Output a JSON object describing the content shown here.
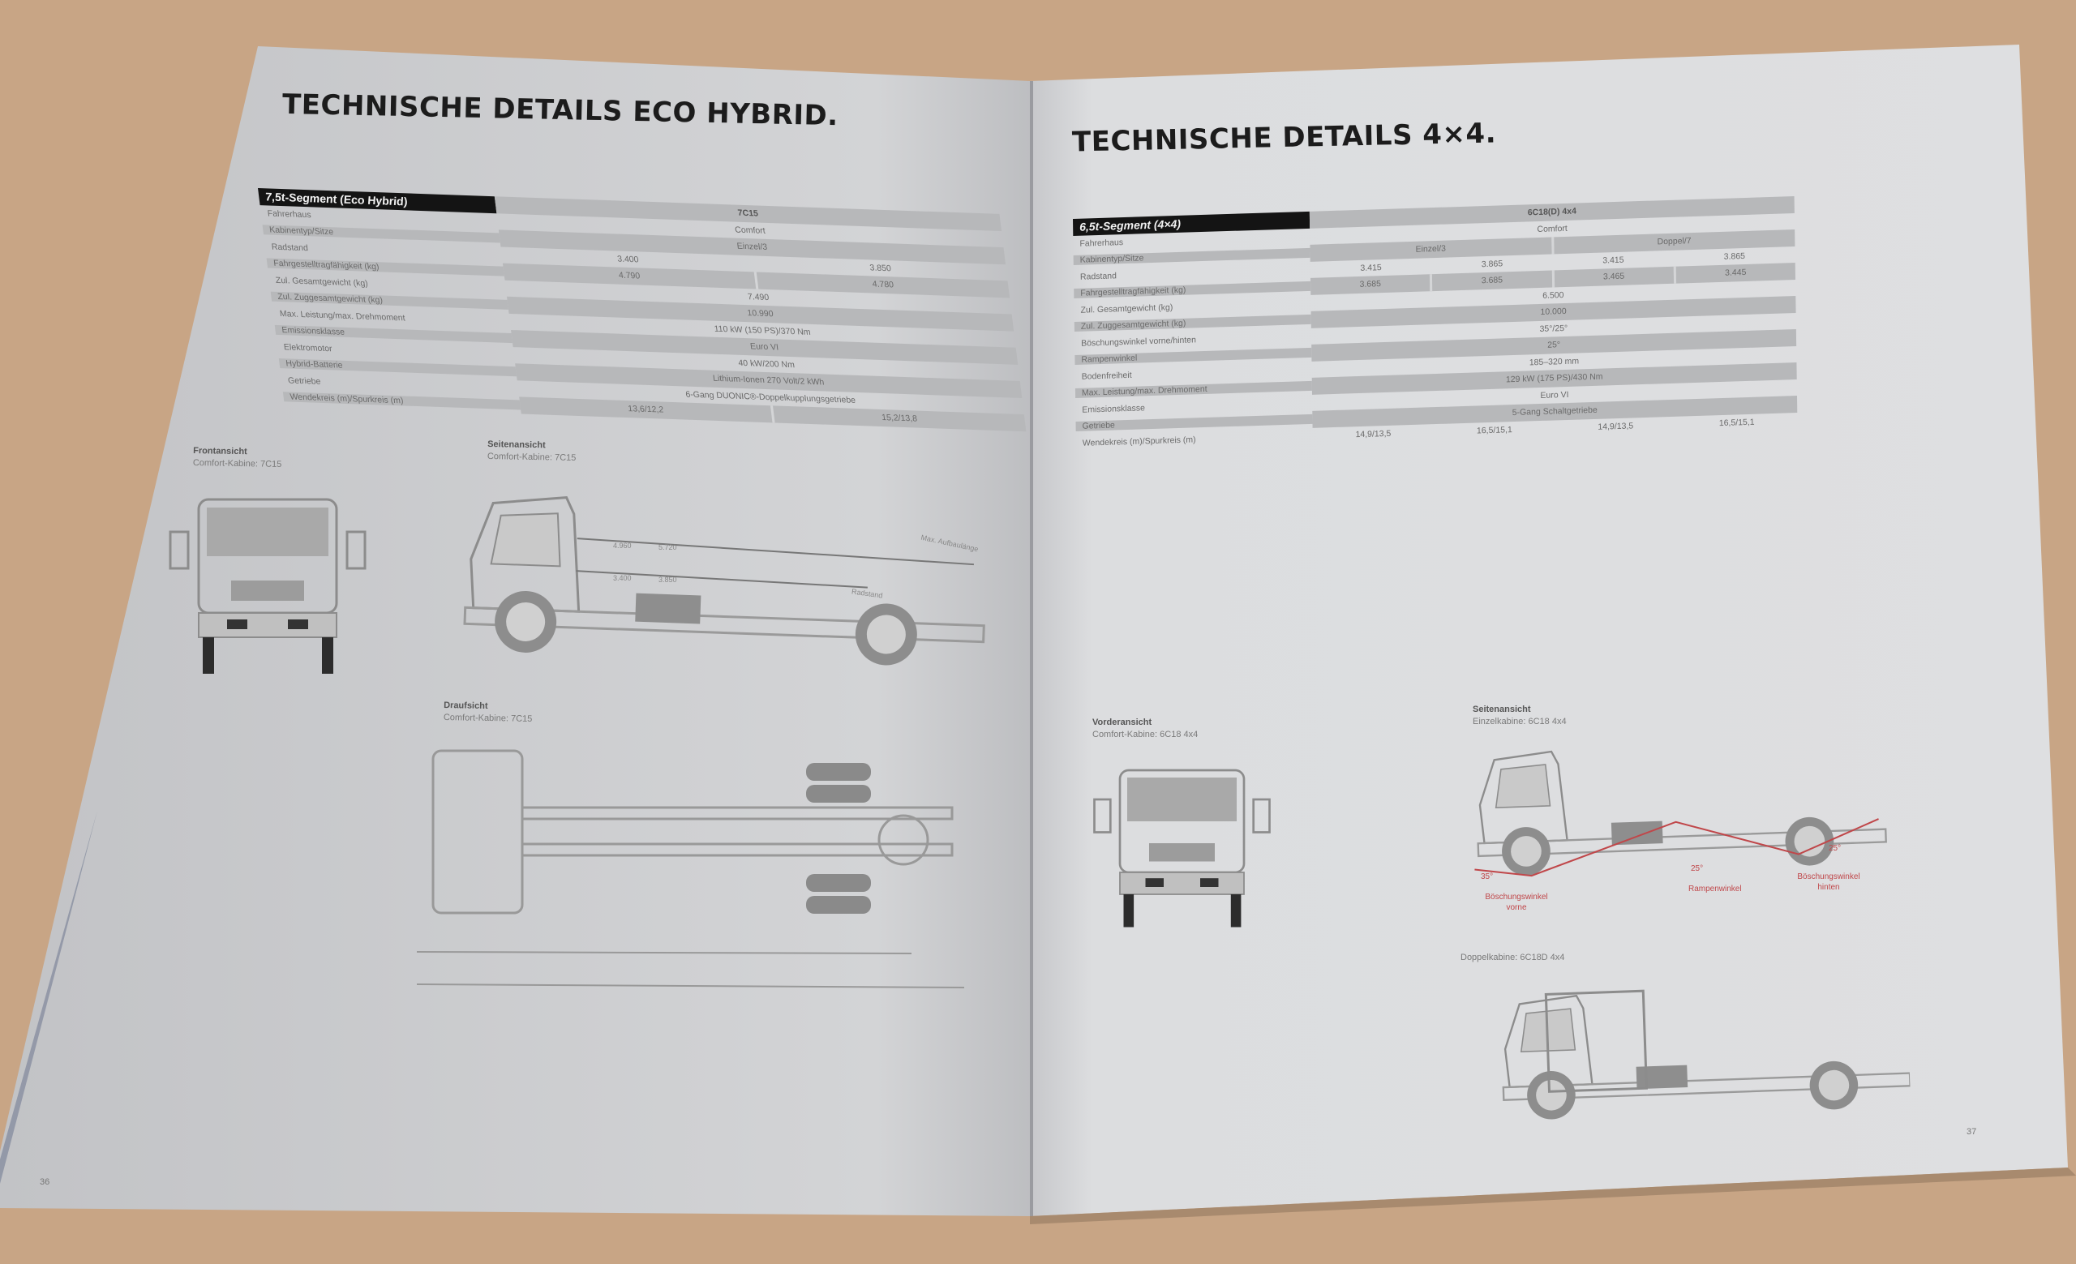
{
  "left_page": {
    "title": "TECHNISCHE DETAILS ECO HYBRID.",
    "page_number": "36",
    "table": {
      "segment": "7,5t-Segment (Eco Hybrid)",
      "model": "7C15",
      "rows": [
        {
          "label": "Fahrerhaus",
          "values": [
            "Comfort"
          ]
        },
        {
          "label": "Kabinentyp/Sitze",
          "values": [
            "Einzel/3"
          ]
        },
        {
          "label": "Radstand",
          "values": [
            "3.400",
            "3.850"
          ]
        },
        {
          "label": "Fahrgestelltragfähigkeit (kg)",
          "values": [
            "4.790",
            "4.780"
          ]
        },
        {
          "label": "Zul. Gesamtgewicht (kg)",
          "values": [
            "7.490"
          ]
        },
        {
          "label": "Zul. Zuggesamtgewicht (kg)",
          "values": [
            "10.990"
          ]
        },
        {
          "label": "Max. Leistung/max. Drehmoment",
          "values": [
            "110 kW (150 PS)/370 Nm"
          ]
        },
        {
          "label": "Emissionsklasse",
          "values": [
            "Euro VI"
          ]
        },
        {
          "label": "Elektromotor",
          "values": [
            "40 kW/200 Nm"
          ]
        },
        {
          "label": "Hybrid-Batterie",
          "values": [
            "Lithium-Ionen 270 Volt/2 kWh"
          ]
        },
        {
          "label": "Getriebe",
          "values": [
            "6-Gang DUONIC®-Doppelkupplungsgetriebe"
          ]
        },
        {
          "label": "Wendekreis (m)/Spurkreis (m)",
          "values": [
            "13,6/12,2",
            "15,2/13,8"
          ]
        }
      ]
    },
    "diagrams": {
      "front": {
        "title": "Frontansicht",
        "subtitle": "Comfort-Kabine: 7C15"
      },
      "side": {
        "title": "Seitenansicht",
        "subtitle": "Comfort-Kabine: 7C15",
        "dims": [
          "4.960",
          "5.720",
          "3.400",
          "3.850"
        ],
        "note": "Max. Aufbaulänge",
        "note2": "Radstand"
      },
      "top": {
        "title": "Draufsicht",
        "subtitle": "Comfort-Kabine: 7C15"
      }
    }
  },
  "right_page": {
    "title": "TECHNISCHE DETAILS 4×4.",
    "page_number": "37",
    "table": {
      "segment": "6,5t-Segment (4×4)",
      "model": "6C18(D) 4x4",
      "rows": [
        {
          "label": "Fahrerhaus",
          "values": [
            "Comfort"
          ]
        },
        {
          "label": "Kabinentyp/Sitze",
          "values": [
            "Einzel/3",
            "Doppel/7"
          ]
        },
        {
          "label": "Radstand",
          "values": [
            "3.415",
            "3.865",
            "3.415",
            "3.865"
          ]
        },
        {
          "label": "Fahrgestelltragfähigkeit (kg)",
          "values": [
            "3.685",
            "3.685",
            "3.465",
            "3.445"
          ]
        },
        {
          "label": "Zul. Gesamtgewicht (kg)",
          "values": [
            "6.500"
          ]
        },
        {
          "label": "Zul. Zuggesamtgewicht (kg)",
          "values": [
            "10.000"
          ]
        },
        {
          "label": "Böschungswinkel vorne/hinten",
          "values": [
            "35°/25°"
          ]
        },
        {
          "label": "Rampenwinkel",
          "values": [
            "25°"
          ]
        },
        {
          "label": "Bodenfreiheit",
          "values": [
            "185–320 mm"
          ]
        },
        {
          "label": "Max. Leistung/max. Drehmoment",
          "values": [
            "129 kW (175 PS)/430 Nm"
          ]
        },
        {
          "label": "Emissionsklasse",
          "values": [
            "Euro VI"
          ]
        },
        {
          "label": "Getriebe",
          "values": [
            "5-Gang Schaltgetriebe"
          ]
        },
        {
          "label": "Wendekreis (m)/Spurkreis (m)",
          "values": [
            "14,9/13,5",
            "16,5/15,1",
            "14,9/13,5",
            "16,5/15,1"
          ]
        }
      ]
    },
    "diagrams": {
      "front": {
        "title": "Vorderansicht",
        "subtitle": "Comfort-Kabine: 6C18 4x4"
      },
      "side": {
        "title": "Seitenansicht",
        "subtitle": "Einzelkabine: 6C18 4x4",
        "angle_front": "35°",
        "angle_ramp": "25°",
        "angle_rear": "25°",
        "label_front": "Böschungswinkel vorne",
        "label_ramp": "Rampenwinkel",
        "label_rear": "Böschungswinkel hinten"
      },
      "double": {
        "subtitle": "Doppelkabine: 6C18D 4x4"
      }
    }
  },
  "colors": {
    "page_left": "#d0d1d3",
    "page_right": "#dadbdd",
    "stripe": "#b7b8ba",
    "angle_red": "#c0474a",
    "table": "#f0f0f0"
  }
}
